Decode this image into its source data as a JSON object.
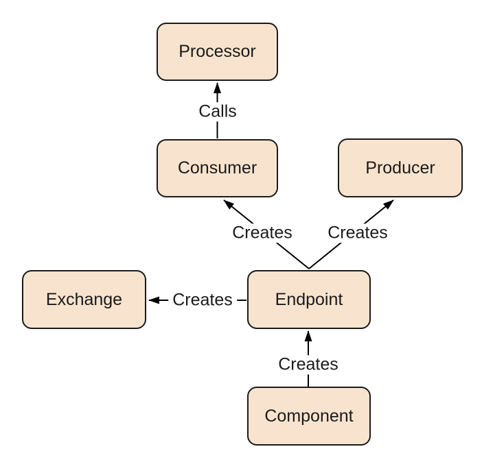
{
  "diagram": {
    "nodes": [
      {
        "id": "processor",
        "label": "Processor"
      },
      {
        "id": "consumer",
        "label": "Consumer"
      },
      {
        "id": "producer",
        "label": "Producer"
      },
      {
        "id": "exchange",
        "label": "Exchange"
      },
      {
        "id": "endpoint",
        "label": "Endpoint"
      },
      {
        "id": "component",
        "label": "Component"
      }
    ],
    "edges": [
      {
        "from": "consumer",
        "to": "processor",
        "label": "Calls"
      },
      {
        "from": "endpoint",
        "to": "consumer",
        "label": "Creates"
      },
      {
        "from": "endpoint",
        "to": "producer",
        "label": "Creates"
      },
      {
        "from": "endpoint",
        "to": "exchange",
        "label": "Creates"
      },
      {
        "from": "component",
        "to": "endpoint",
        "label": "Creates"
      }
    ],
    "colors": {
      "node_fill": "#f8e4ce",
      "node_border": "#1a1a1a",
      "arrow": "#000000",
      "label_text": "#1a1a1a",
      "background": "#ffffff"
    }
  }
}
